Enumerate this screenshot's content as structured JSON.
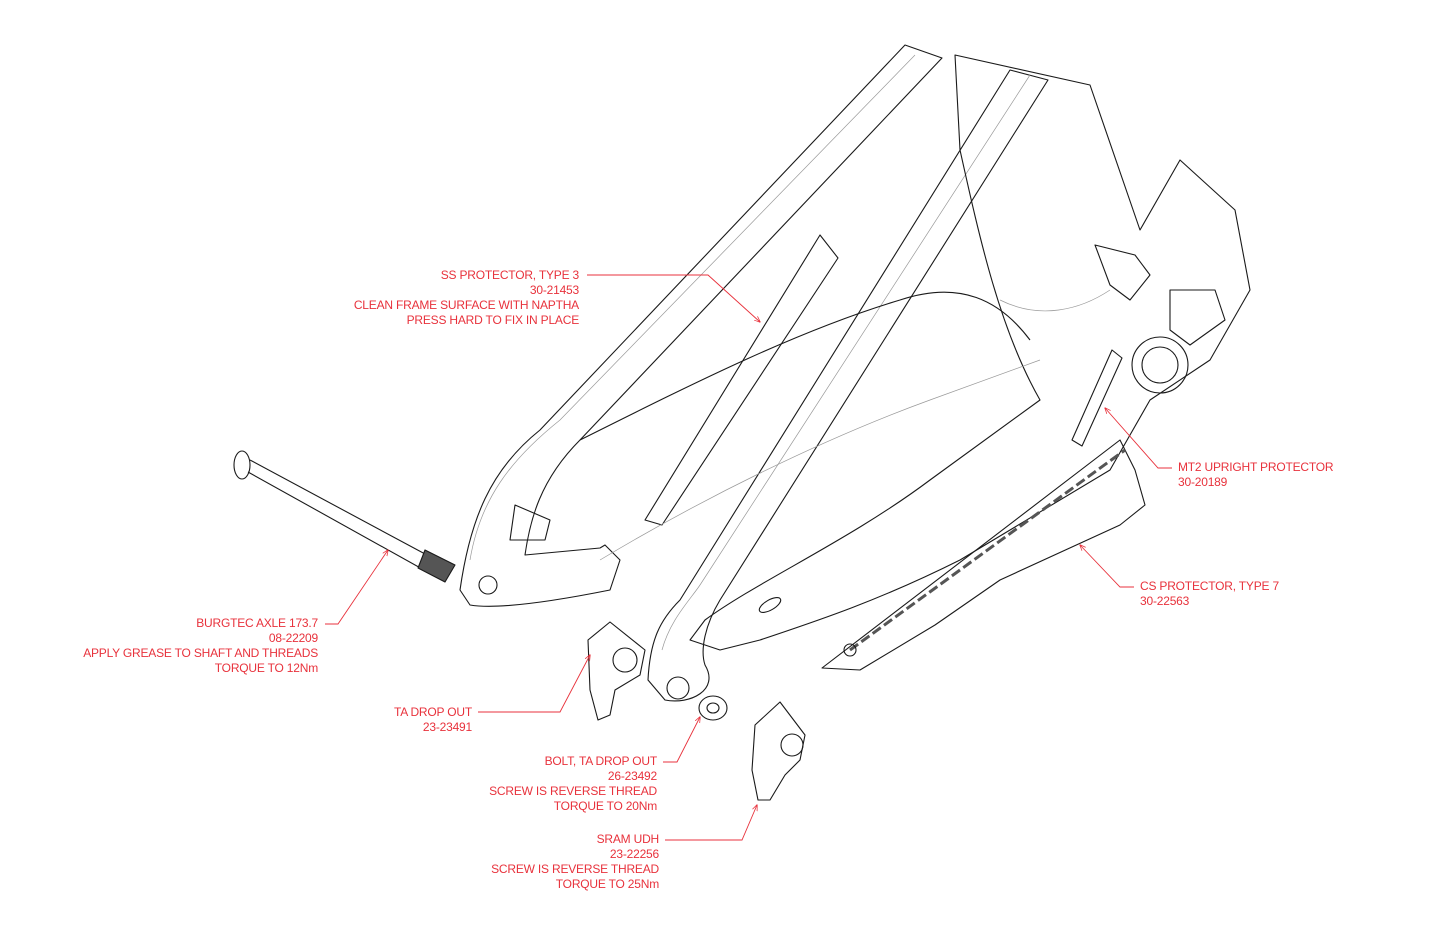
{
  "colors": {
    "callout": "#e8323c",
    "line": "#1a1a1a",
    "thin": "#9a9a9a"
  },
  "callouts": {
    "ss_protector": {
      "lines": [
        "SS PROTECTOR, TYPE 3",
        "30-21453",
        "CLEAN FRAME SURFACE WITH NAPTHA",
        "PRESS HARD TO FIX IN PLACE"
      ]
    },
    "mt2_protector": {
      "lines": [
        "MT2 UPRIGHT PROTECTOR",
        "30-20189"
      ]
    },
    "cs_protector": {
      "lines": [
        "CS PROTECTOR, TYPE 7",
        "30-22563"
      ]
    },
    "axle": {
      "lines": [
        "BURGTEC AXLE 173.7",
        "08-22209",
        "APPLY GREASE TO SHAFT AND THREADS",
        "TORQUE TO 12Nm"
      ]
    },
    "ta_dropout": {
      "lines": [
        "TA DROP OUT",
        "23-23491"
      ]
    },
    "bolt": {
      "lines": [
        "BOLT, TA DROP OUT",
        "26-23492",
        "SCREW IS REVERSE THREAD",
        "TORQUE TO 20Nm"
      ]
    },
    "sram_udh": {
      "lines": [
        "SRAM UDH",
        "23-22256",
        "SCREW IS REVERSE THREAD",
        "TORQUE TO 25Nm"
      ]
    }
  }
}
